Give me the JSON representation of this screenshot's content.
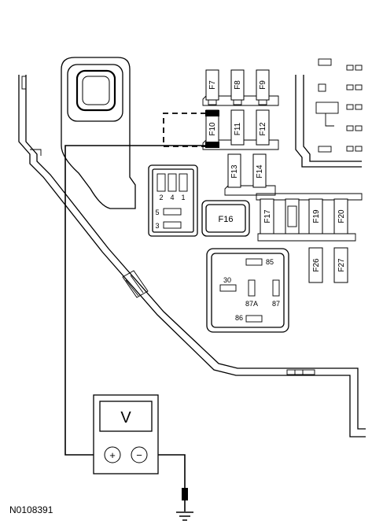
{
  "figure_id": "N0108391",
  "fuses": {
    "f7": "F7",
    "f8": "F8",
    "f9": "F9",
    "f10": "F10",
    "f11": "F11",
    "f12": "F12",
    "f13": "F13",
    "f14": "F14",
    "f16": "F16",
    "f17": "F17",
    "f19": "F19",
    "f20": "F20",
    "f26": "F26",
    "f27": "F27"
  },
  "small_relay": {
    "pin2": "2",
    "pin4": "4",
    "pin1": "1",
    "pin5": "5",
    "pin3": "3"
  },
  "relay": {
    "pin85": "85",
    "pin30": "30",
    "pin87a": "87A",
    "pin87": "87",
    "pin86": "86"
  },
  "meter": {
    "display": "V",
    "plus": "+",
    "minus": "−"
  }
}
